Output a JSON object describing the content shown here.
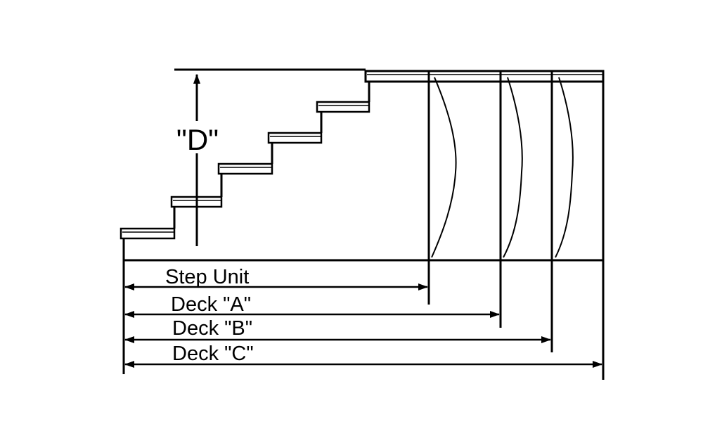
{
  "diagram": {
    "height_label": "\"D\"",
    "dimensions": [
      {
        "label": "Step Unit"
      },
      {
        "label": "Deck \"A\""
      },
      {
        "label": "Deck \"B\""
      },
      {
        "label": "Deck \"C\""
      }
    ],
    "colors": {
      "line": "#000000",
      "background": "#ffffff"
    }
  }
}
